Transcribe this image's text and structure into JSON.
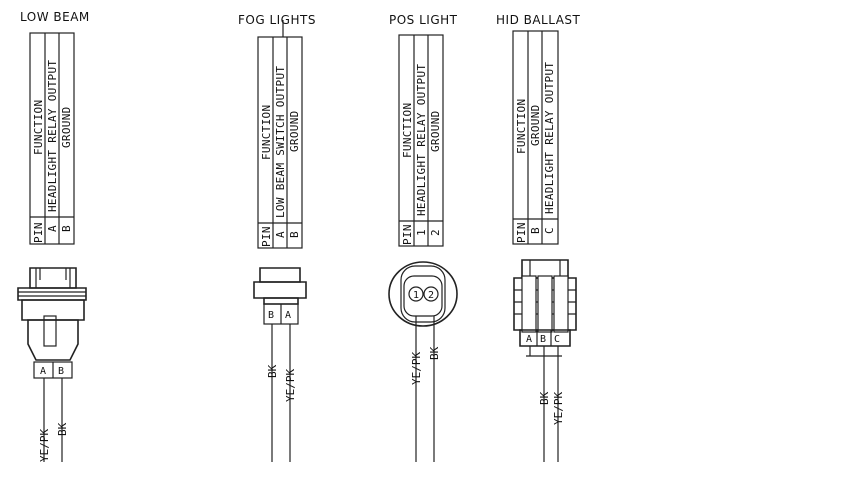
{
  "connectors": [
    {
      "title": "LOW BEAM",
      "table": {
        "pin_header": "PIN",
        "function_header": "FUNCTION",
        "rows": [
          {
            "pin": "A",
            "function": "HEADLIGHT RELAY OUTPUT"
          },
          {
            "pin": "B",
            "function": "GROUND"
          }
        ]
      },
      "pin_labels": [
        "A",
        "B"
      ],
      "wires": [
        "YE/PK",
        "BK"
      ]
    },
    {
      "title": "FOG LIGHTS",
      "table": {
        "pin_header": "PIN",
        "function_header": "FUNCTION",
        "rows": [
          {
            "pin": "A",
            "function": "LOW BEAM SWITCH OUTPUT"
          },
          {
            "pin": "B",
            "function": "GROUND"
          }
        ]
      },
      "pin_labels": [
        "B",
        "A"
      ],
      "wires": [
        "BK",
        "YE/PK"
      ]
    },
    {
      "title": "POS LIGHT",
      "table": {
        "pin_header": "PIN",
        "function_header": "FUNCTION",
        "rows": [
          {
            "pin": "1",
            "function": "HEADLIGHT RELAY OUTPUT"
          },
          {
            "pin": "2",
            "function": "GROUND"
          }
        ]
      },
      "pin_labels": [
        "1",
        "2"
      ],
      "wires": [
        "YE/PK",
        "BK"
      ]
    },
    {
      "title": "HID BALLAST",
      "table": {
        "pin_header": "PIN",
        "function_header": "FUNCTION",
        "rows": [
          {
            "pin": "B",
            "function": "GROUND"
          },
          {
            "pin": "C",
            "function": "HEADLIGHT RELAY OUTPUT"
          }
        ]
      },
      "pin_labels": [
        "A",
        "B",
        "C"
      ],
      "wires": [
        "BK",
        "YE/PK"
      ]
    }
  ]
}
